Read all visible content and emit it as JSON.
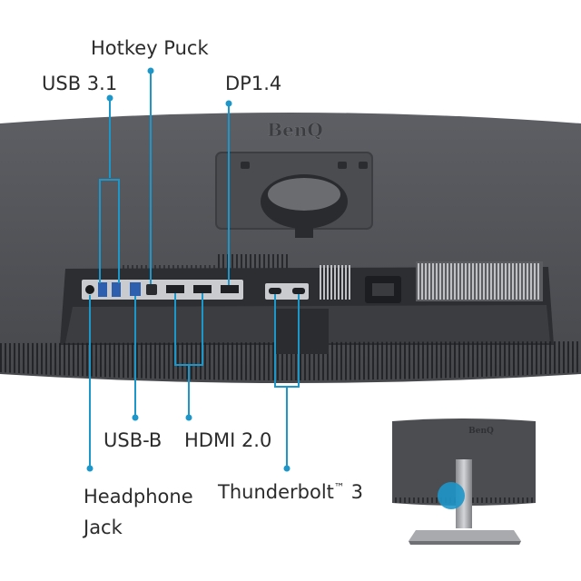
{
  "labels": {
    "hotkey_puck": "Hotkey Puck",
    "usb_31": "USB 3.1",
    "dp14": "DP1.4",
    "usb_b": "USB-B",
    "hdmi": "HDMI 2.0",
    "thunderbolt": "Thunderbolt",
    "thunderbolt_tm": "™",
    "thunderbolt_ver": " 3",
    "headphone_line1": "Headphone",
    "headphone_line2": "Jack"
  },
  "brand": {
    "logo_text": "BenQ"
  },
  "colors": {
    "callout": "#1d96c9",
    "monitor_body": "#55575c",
    "monitor_dark": "#2f3034",
    "label_text": "#2b2b2b"
  }
}
